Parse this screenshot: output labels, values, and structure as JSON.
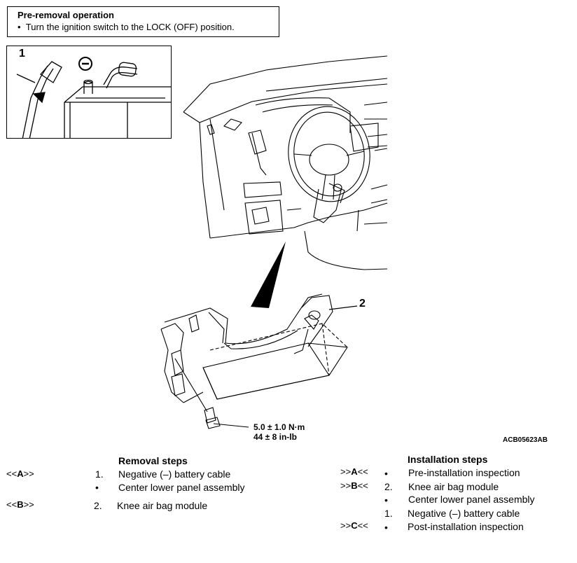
{
  "pre_removal": {
    "title": "Pre-removal operation",
    "item": "Turn the ignition switch to the LOCK (OFF) position."
  },
  "figure": {
    "callout_1": "1",
    "callout_2": "2",
    "negative_symbol": "minus-terminal-icon",
    "torque_line1": "5.0 ± 1.0 N·m",
    "torque_line2": "44 ± 8 in-lb",
    "figure_id": "ACB05623AB"
  },
  "removal": {
    "heading": "Removal steps",
    "rows": [
      {
        "tag_open": "<<",
        "tag_letter": "A",
        "tag_close": ">>",
        "num": "1.",
        "text": "Negative (–) battery cable"
      },
      {
        "tag_open": "",
        "tag_letter": "",
        "tag_close": "",
        "num": "•",
        "text": "Center lower panel assembly"
      },
      {
        "tag_open": "<<",
        "tag_letter": "B",
        "tag_close": ">>",
        "num": "2.",
        "text": "Knee air bag module"
      }
    ]
  },
  "installation": {
    "heading": "Installation steps",
    "rows": [
      {
        "tag_open": ">>",
        "tag_letter": "A",
        "tag_close": "<<",
        "num": "•",
        "text": "Pre-installation inspection"
      },
      {
        "tag_open": ">>",
        "tag_letter": "B",
        "tag_close": "<<",
        "num": "2.",
        "text": "Knee air bag module"
      },
      {
        "tag_open": "",
        "tag_letter": "",
        "tag_close": "",
        "num": "•",
        "text": "Center lower panel assembly"
      },
      {
        "tag_open": "",
        "tag_letter": "",
        "tag_close": "",
        "num": "1.",
        "text": "Negative (–) battery cable"
      },
      {
        "tag_open": ">>",
        "tag_letter": "C",
        "tag_close": "<<",
        "num": "•",
        "text": "Post-installation inspection"
      }
    ]
  }
}
